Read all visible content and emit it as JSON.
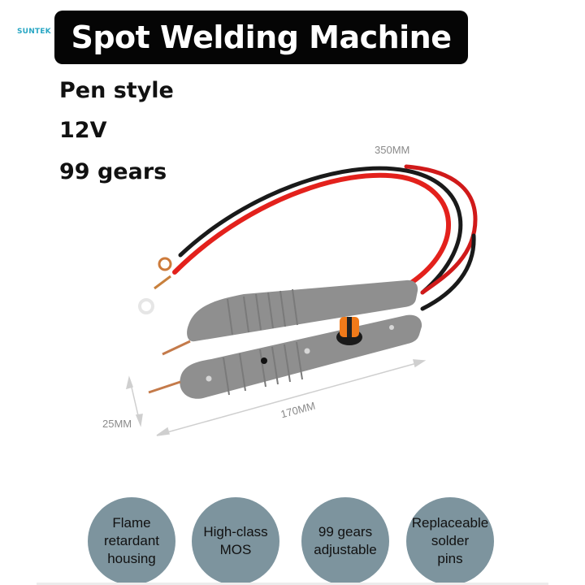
{
  "brand": "SUNTEK",
  "title": "Spot Welding Machine",
  "specs": [
    "Pen style",
    "12V",
    "99 gears"
  ],
  "dimensions": {
    "cable_length": "350MM",
    "pen_length": "170MM",
    "pen_width": "25MM"
  },
  "product": {
    "name": "pen-style spot welding pens",
    "colors": {
      "housing": "#8f8f8f",
      "cable_red": "#e3211c",
      "cable_black": "#1a1a1a",
      "knob": "#f07a1a",
      "pin": "#c47a4a"
    }
  },
  "features": [
    {
      "lines": [
        "Flame",
        "retardant",
        "housing"
      ]
    },
    {
      "lines": [
        "High-class",
        "MOS"
      ]
    },
    {
      "lines": [
        "99 gears",
        "adjustable"
      ]
    },
    {
      "lines": [
        "Replaceable",
        "solder",
        "pins"
      ]
    }
  ],
  "colors": {
    "banner_bg": "#050505",
    "brand": "#2aa7c4",
    "feature_circle": "#7d949e"
  }
}
